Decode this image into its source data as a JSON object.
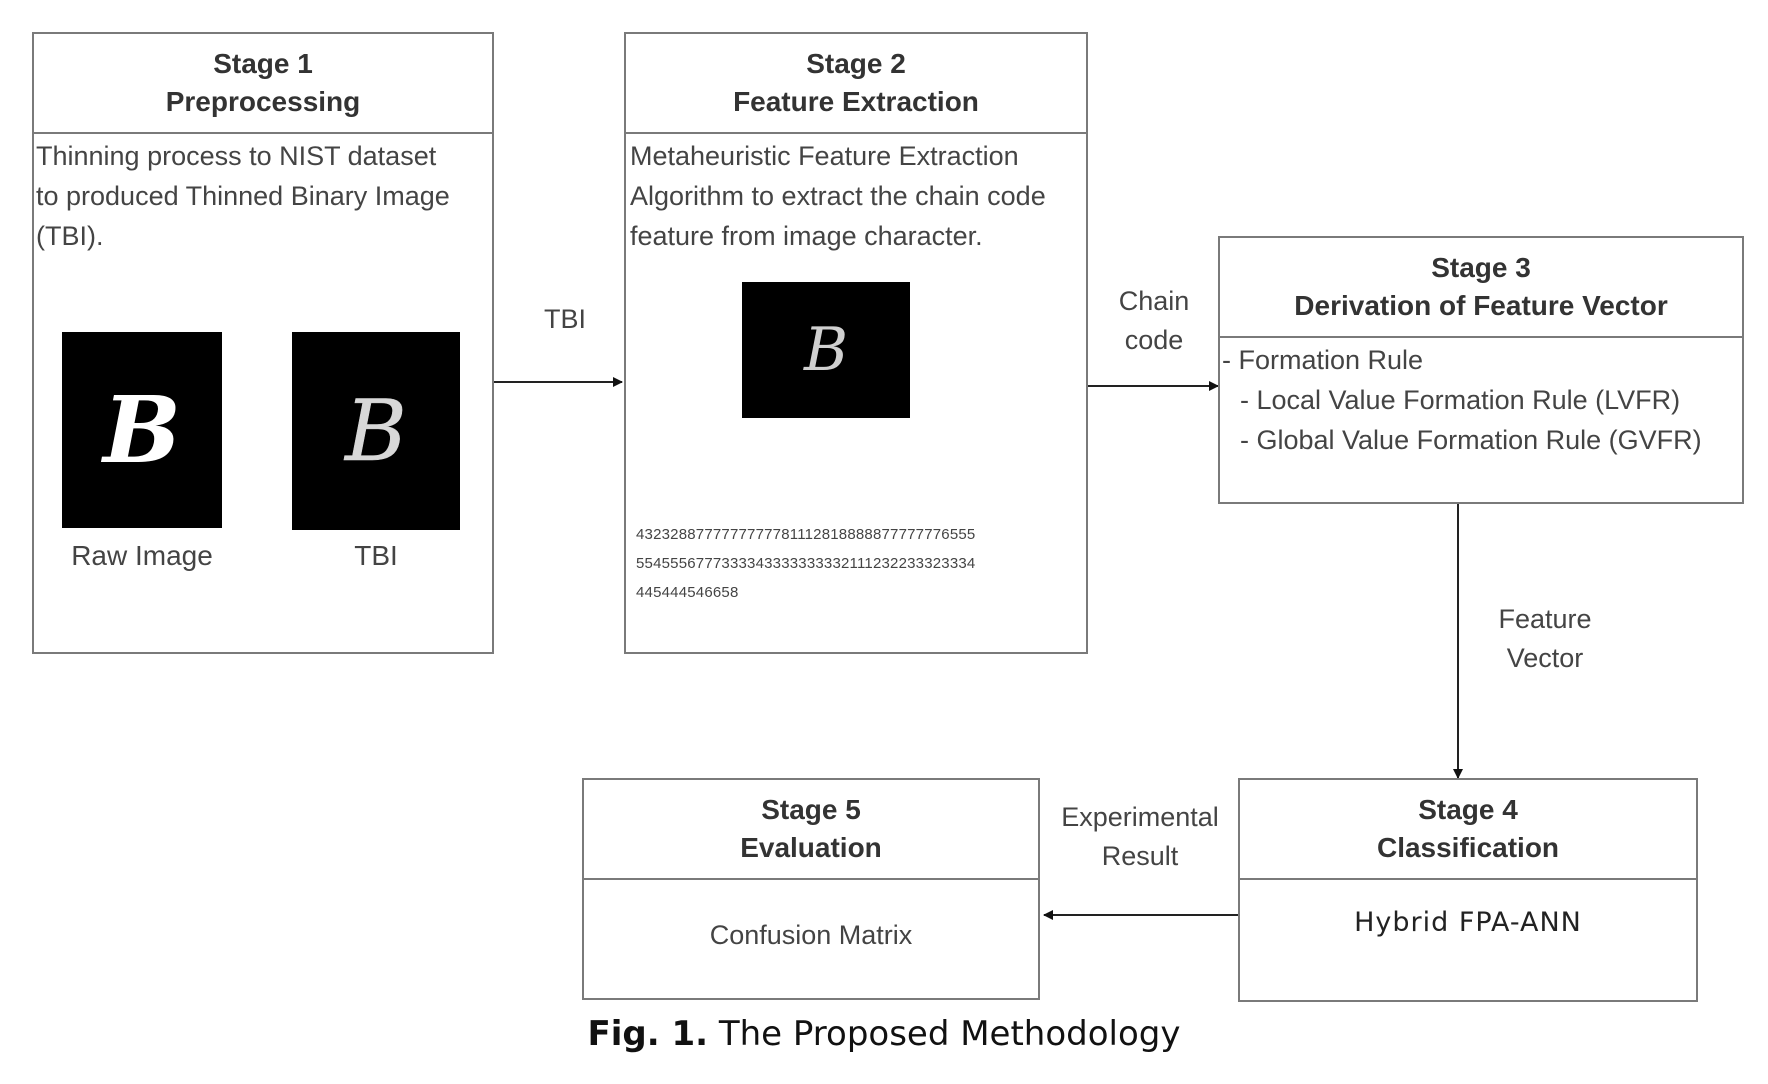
{
  "stage1": {
    "title": "Stage 1",
    "subtitle": "Preprocessing",
    "text_lines": [
      "Thinning process to NIST dataset",
      "to produced Thinned Binary Image",
      "(TBI)."
    ],
    "raw_label": "Raw Image",
    "tbi_label": "TBI",
    "glyph": "B"
  },
  "stage2": {
    "title": "Stage 2",
    "subtitle": "Feature Extraction",
    "text_lines": [
      "Metaheuristic Feature Extraction",
      "Algorithm to extract the chain code",
      "feature from image character."
    ],
    "glyph": "B",
    "chain_lines": [
      "4323288777777777781112818888877777776555",
      "5545556777333343333333332111232233323334",
      "445444546658"
    ]
  },
  "stage3": {
    "title": "Stage 3",
    "subtitle": "Derivation of Feature Vector",
    "rules": [
      "- Formation Rule",
      "- Local Value Formation Rule (LVFR)",
      "- Global Value Formation Rule (GVFR)"
    ]
  },
  "stage4": {
    "title": "Stage 4",
    "subtitle": "Classification",
    "body": "Hybrid FPA-ANN"
  },
  "stage5": {
    "title": "Stage 5",
    "subtitle": "Evaluation",
    "body": "Confusion Matrix"
  },
  "connectors": {
    "tbi": "TBI",
    "chain_code": [
      "Chain",
      "code"
    ],
    "feature_vector": [
      "Feature",
      "Vector"
    ],
    "experimental_result": [
      "Experimental",
      "Result"
    ]
  },
  "caption": {
    "prefix": "Fig. 1.",
    "text": " The Proposed Methodology"
  }
}
